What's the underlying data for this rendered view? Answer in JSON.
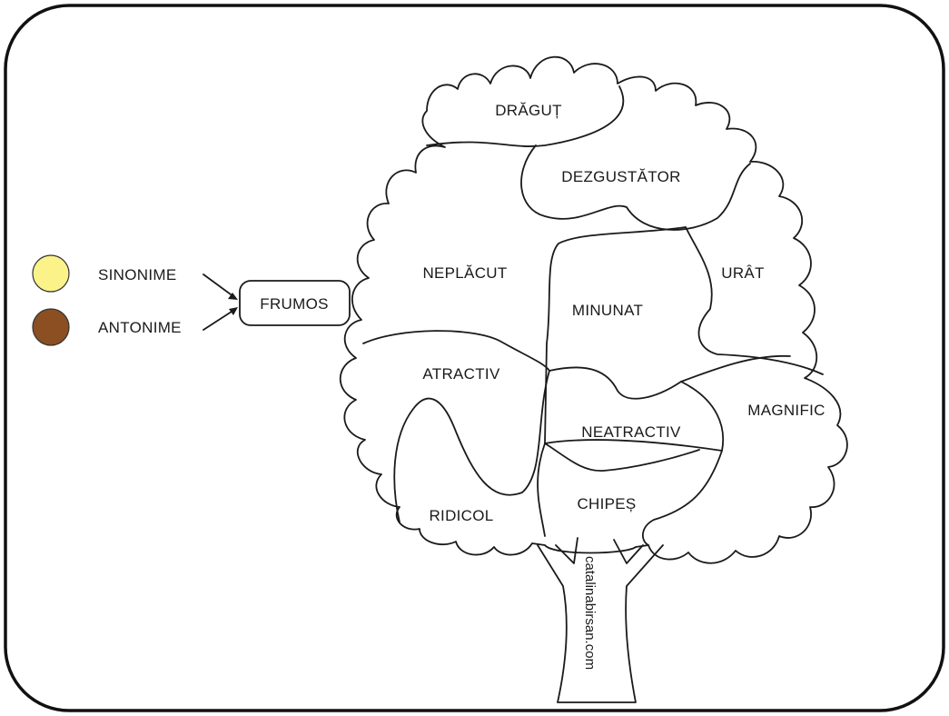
{
  "legend": {
    "items": [
      {
        "label": "SINONIME",
        "color": "#fbf38a"
      },
      {
        "label": "ANTONIME",
        "color": "#8b4f22"
      }
    ],
    "target_word": "FRUMOS"
  },
  "tree": {
    "regions": [
      {
        "label": "DRĂGUȚ"
      },
      {
        "label": "DEZGUSTĂTOR"
      },
      {
        "label": "NEPLĂCUT"
      },
      {
        "label": "URÂT"
      },
      {
        "label": "MINUNAT"
      },
      {
        "label": "ATRACTIV"
      },
      {
        "label": "MAGNIFIC"
      },
      {
        "label": "NEATRACTIV"
      },
      {
        "label": "CHIPEȘ"
      },
      {
        "label": "RIDICOL"
      }
    ],
    "watermark": "catalinabirsan.com"
  }
}
